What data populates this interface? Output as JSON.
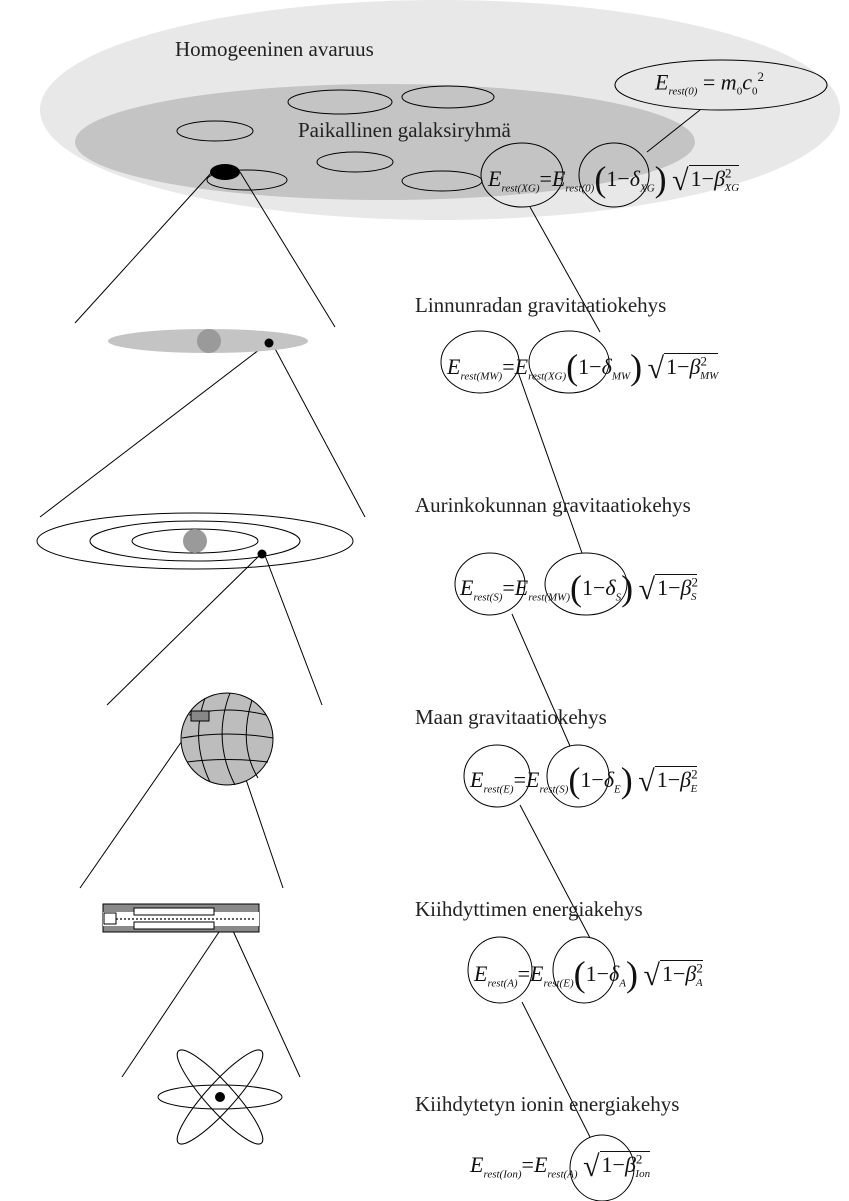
{
  "labels": {
    "homogeneous_space": "Homogeeninen avaruus",
    "local_group": "Paikallinen galaksiryhmä",
    "milky_way": "Linnunradan gravitaatiokehys",
    "solar_system": "Aurinkokunnan gravitaatiokehys",
    "earth": "Maan gravitaatiokehys",
    "accelerator": "Kiihdyttimen energiakehys",
    "ion": "Kiihdytetyn ionin energiakehys"
  },
  "equations": {
    "e0": {
      "lhs": "E",
      "lhs_sub": "rest(0)",
      "rhs_m": "m",
      "rhs_c": "c",
      "sub0": "0",
      "pow": "2"
    },
    "xg": {
      "lhs_sub": "rest(XG)",
      "prev_sub": "rest(0)",
      "delta_sub": "XG",
      "beta_sub": "XG"
    },
    "mw": {
      "lhs_sub": "rest(MW)",
      "prev_sub": "rest(XG)",
      "delta_sub": "MW",
      "beta_sub": "MW"
    },
    "s": {
      "lhs_sub": "rest(S)",
      "prev_sub": "rest(MW)",
      "delta_sub": "S",
      "beta_sub": "S"
    },
    "e": {
      "lhs_sub": "rest(E)",
      "prev_sub": "rest(S)",
      "delta_sub": "E",
      "beta_sub": "E"
    },
    "a": {
      "lhs_sub": "rest(A)",
      "prev_sub": "rest(E)",
      "delta_sub": "A",
      "beta_sub": "A"
    },
    "ion": {
      "lhs_sub": "rest(Ion)",
      "prev_sub": "rest(A)",
      "beta_sub": "Ion"
    }
  },
  "symbols": {
    "E": "E",
    "one": "1",
    "minus": "−",
    "delta": "δ",
    "beta": "β",
    "sq2": "2",
    "eq": "="
  },
  "colors": {
    "outer_space": "#e8e8e8",
    "galaxy_group": "#c4c4c4",
    "planet": "#9a9a9a",
    "globe": "#bdbdbd",
    "dark": "#000000"
  }
}
